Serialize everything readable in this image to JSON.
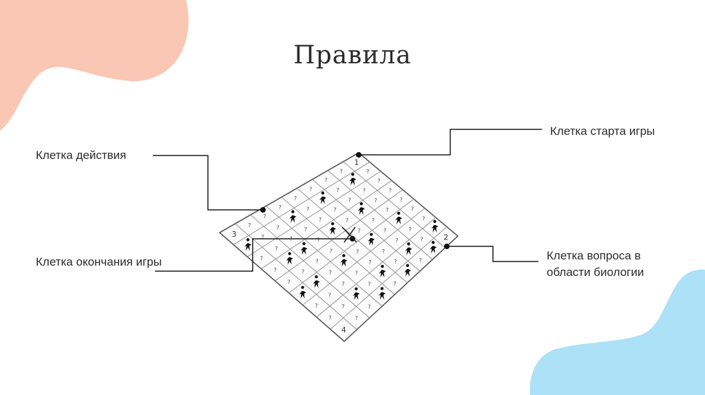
{
  "title": "Правила",
  "labels": {
    "action_cell": "Клетка действия",
    "start_cell": "Клетка старта игры",
    "end_cell": "Клетка окончания игры",
    "bio_question_cell": "Клетка вопроса в области биологии"
  },
  "board": {
    "rows": 9,
    "cols": 9,
    "corner_numbers": [
      "1",
      "2",
      "3",
      "4"
    ],
    "question_mark": "?"
  },
  "colors": {
    "salmon_blob": "#f9c7b4",
    "blue_blob": "#ace1f7",
    "board_line": "#555555"
  }
}
